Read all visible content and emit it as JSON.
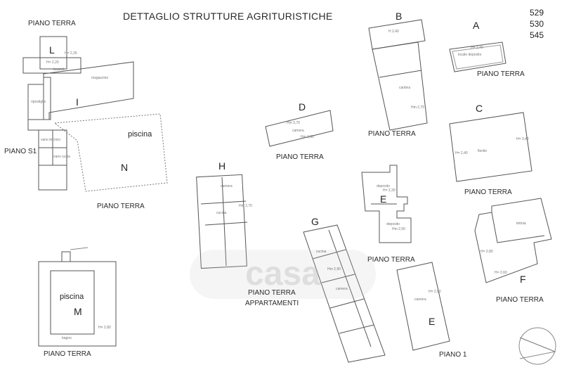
{
  "title": "DETTAGLIO STRUTTURE AGRITURISTICHE",
  "page_numbers": [
    "529",
    "530",
    "545"
  ],
  "watermark": "casa",
  "structures": {
    "L": "L",
    "I": "I",
    "N": "N",
    "M": "M",
    "H": "H",
    "G": "G",
    "D": "D",
    "B": "B",
    "A": "A",
    "C": "C",
    "E_top": "E",
    "E_bottom": "E",
    "F": "F"
  },
  "floor_labels": {
    "piano_terra_top_left": "PIANO TERRA",
    "piano_s1": "PIANO S1",
    "piano_terra_n": "PIANO TERRA",
    "piano_terra_m": "PIANO TERRA",
    "piano_terra_d": "PIANO TERRA",
    "piano_terra_b": "PIANO TERRA",
    "piano_terra_a": "PIANO TERRA",
    "piano_terra_c": "PIANO TERRA",
    "piano_terra_e": "PIANO TERRA",
    "piano_terra_f": "PIANO TERRA",
    "piano_terra_appartamenti_1": "PIANO TERRA",
    "piano_terra_appartamenti_2": "APPARTAMENTI",
    "piano_1": "PIANO 1"
  },
  "pool_labels": {
    "n": "piscina",
    "m": "piscina"
  },
  "room_notes": {
    "l_h": "H= 2,20",
    "l_h2": "H= 2,26",
    "l_lav": "lavand.",
    "i_rip": "ripostiglio",
    "i_mag": "magazzino",
    "s1_cant": "vano tecnico",
    "s1_cant2": "vano scala",
    "d_h1": "Hm 3,70",
    "d_h2": "Hm 2,90",
    "d_camera": "camera",
    "b_h1": "H 2,40",
    "b_h2": "Hm 2,75",
    "b_cantina": "cantina",
    "a_h": "H= 2,40",
    "a_ref": "locale deposito",
    "c_h1": "H= 3,40",
    "c_h2": "H= 2,40",
    "c_cant": "fienile",
    "e_h1": "H= 2,30",
    "e_h2": "Hm 2,50",
    "e_dep1": "deposito",
    "e_dep2": "deposito",
    "h_camera": "camera",
    "h_cucina": "cucina",
    "h_hm": "Hm 2,70",
    "g_cucina": "cucina",
    "g_camera": "camera",
    "g_hm": "Hm 2,90",
    "f_h1": "H= 2,80",
    "f_h2": "H= 2,60",
    "f_tettoia": "tettoia",
    "m_h": "H= 2,80",
    "m_bagno": "bagno",
    "e1_h": "H= 2,90",
    "e1_cam": "camera"
  }
}
